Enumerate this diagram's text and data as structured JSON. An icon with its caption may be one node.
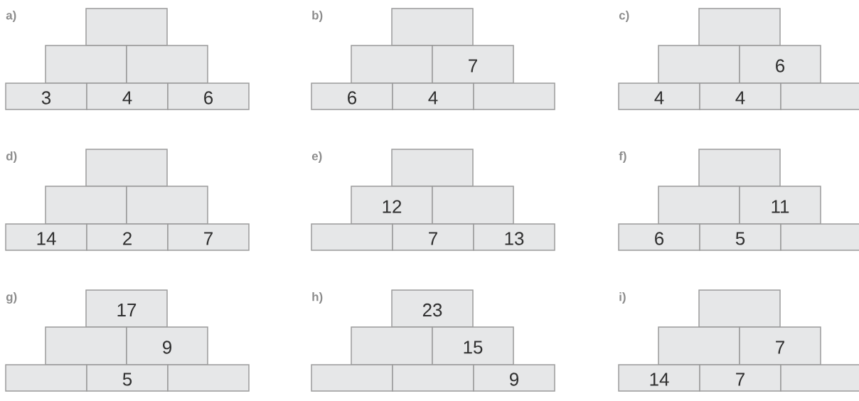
{
  "diagram": {
    "nodes": [
      {
        "text": [],
        "shape": "box"
      },
      {
        "text": [],
        "shape": "box"
      },
      {
        "text": [],
        "shape": "box"
      },
      {
        "text": [
          "3"
        ]
      },
      {
        "text": [
          "4"
        ]
      },
      {
        "text": [
          "6"
        ]
      },
      {
        "text": [],
        "shape": "box"
      },
      {
        "text": [],
        "shape": "box"
      },
      {
        "text": [
          "7"
        ]
      },
      {
        "text": [
          "6"
        ]
      },
      {
        "text": [
          "4"
        ]
      },
      {
        "text": [],
        "shape": "box"
      },
      {
        "text": [],
        "shape": "box"
      },
      {
        "text": [],
        "shape": "box"
      },
      {
        "text": [
          "6"
        ]
      },
      {
        "text": [
          "4"
        ]
      },
      {
        "text": [
          "4"
        ]
      },
      {
        "text": [],
        "shape": "box"
      },
      {
        "text": [],
        "shape": "box"
      },
      {
        "text": [],
        "shape": "box"
      },
      {
        "text": [],
        "shape": "box"
      },
      {
        "text": [
          "14"
        ]
      },
      {
        "text": [
          "2"
        ]
      },
      {
        "text": [
          "7"
        ]
      },
      {
        "text": [],
        "shape": "box"
      },
      {
        "text": [
          "12"
        ]
      },
      {
        "text": [],
        "shape": "box"
      },
      {
        "text": [],
        "shape": "box"
      },
      {
        "text": [
          "7"
        ]
      },
      {
        "text": [
          "13"
        ]
      },
      {
        "text": [],
        "shape": "box"
      },
      {
        "text": [],
        "shape": "box"
      },
      {
        "text": [
          "11"
        ]
      },
      {
        "text": [
          "6"
        ]
      },
      {
        "text": [
          "5"
        ]
      },
      {
        "text": [],
        "shape": "box"
      },
      {
        "text": [
          "17"
        ]
      },
      {
        "text": [],
        "shape": "box"
      },
      {
        "text": [
          "9"
        ]
      },
      {
        "text": [],
        "shape": "box"
      },
      {
        "text": [
          "5"
        ]
      },
      {
        "text": [],
        "shape": "box"
      },
      {
        "text": [
          "23"
        ]
      },
      {
        "text": [],
        "shape": "box"
      },
      {
        "text": [
          "15"
        ]
      },
      {
        "text": [],
        "shape": "box"
      },
      {
        "text": [],
        "shape": "box"
      },
      {
        "text": [
          "9"
        ]
      },
      {
        "text": [],
        "shape": "box"
      },
      {
        "text": [],
        "shape": "box"
      },
      {
        "text": [
          "7"
        ]
      },
      {
        "text": [
          "14"
        ]
      },
      {
        "text": [
          "7"
        ]
      },
      {
        "text": [],
        "shape": "box"
      }
    ],
    "labels": [
      "a)",
      "b)",
      "c)",
      "d)",
      "e)",
      "f)",
      "g)",
      "h)",
      "i)"
    ]
  }
}
